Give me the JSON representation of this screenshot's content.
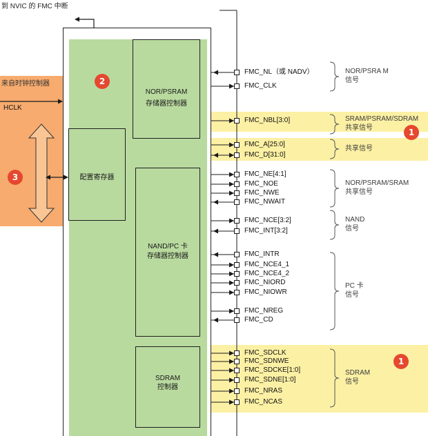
{
  "interrupt": {
    "label": "到 NVIC 的 FMC 中断"
  },
  "clock": {
    "source_label": "来自时钟控制器",
    "hclk_label": "HCLK",
    "marker": "3"
  },
  "fmc": {
    "marker": "2",
    "nor_controller": {
      "title": "NOR/PSRAM",
      "subtitle": "存储器控制器"
    },
    "config_registers": {
      "label": "配置寄存器"
    },
    "nand_controller": {
      "title": "NAND/PC 卡",
      "subtitle": "存储器控制器"
    },
    "sdram_controller": {
      "title": "SDRAM",
      "subtitle": "控制器"
    }
  },
  "signals": [
    {
      "name": "FMC_NL（或 NADV）",
      "direction": "in"
    },
    {
      "name": "FMC_CLK",
      "direction": "out"
    },
    {
      "name": "FMC_NBL[3:0]",
      "direction": "out"
    },
    {
      "name": "FMC_A[25:0]",
      "direction": "out"
    },
    {
      "name": "FMC_D[31:0]",
      "direction": "bidir"
    },
    {
      "name": "FMC_NE[4:1]",
      "direction": "out"
    },
    {
      "name": "FMC_NOE",
      "direction": "out"
    },
    {
      "name": "FMC_NWE",
      "direction": "out"
    },
    {
      "name": "FMC_NWAIT",
      "direction": "in"
    },
    {
      "name": "FMC_NCE[3:2]",
      "direction": "out"
    },
    {
      "name": "FMC_INT[3:2]",
      "direction": "in"
    },
    {
      "name": "FMC_INTR",
      "direction": "in"
    },
    {
      "name": "FMC_NCE4_1",
      "direction": "out"
    },
    {
      "name": "FMC_NCE4_2",
      "direction": "out"
    },
    {
      "name": "FMC_NIORD",
      "direction": "out"
    },
    {
      "name": "FMC_NIOWR",
      "direction": "out"
    },
    {
      "name": "FMC_NREG",
      "direction": "out"
    },
    {
      "name": "FMC_CD",
      "direction": "in"
    },
    {
      "name": "FMC_SDCLK",
      "direction": "out"
    },
    {
      "name": "FMC_SDNWE",
      "direction": "out"
    },
    {
      "name": "FMC_SDCKE[1:0]",
      "direction": "out"
    },
    {
      "name": "FMC_SDNE[1:0]",
      "direction": "out"
    },
    {
      "name": "FMC_NRAS",
      "direction": "out"
    },
    {
      "name": "FMC_NCAS",
      "direction": "out"
    }
  ],
  "groups": [
    {
      "lines": [
        "NOR/PSRA M",
        "信号"
      ]
    },
    {
      "lines": [
        "SRAM/PSRAM/SDRAM",
        "共享信号"
      ]
    },
    {
      "lines": [
        "共享信号"
      ]
    },
    {
      "lines": [
        "NOR/PSRAM/SRAM",
        "共享信号"
      ]
    },
    {
      "lines": [
        "NAND",
        "信号"
      ]
    },
    {
      "lines": [
        "PC 卡",
        "信号"
      ]
    },
    {
      "lines": [
        "SDRAM",
        "信号"
      ]
    }
  ],
  "markers": {
    "shared_signals": "1",
    "sdram_signals": "1"
  },
  "colors": {
    "fmc_block": "#b9da9f",
    "clock_region": "#f7ab6e",
    "highlight": "#fcf0a4",
    "marker": "#e5482f"
  }
}
